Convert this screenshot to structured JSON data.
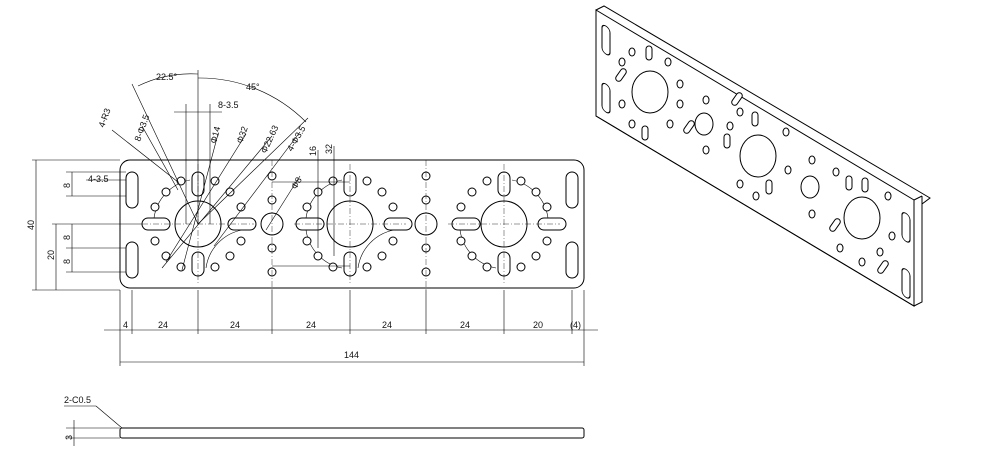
{
  "labels": {
    "angle_small": "22.5°",
    "angle_large": "45°",
    "slot_pair": "8-3.5",
    "callout_4r3": "4-R3",
    "callout_8phi35": "8-Φ3.5",
    "callout_phi14": "Φ14",
    "callout_phi32": "Φ32",
    "callout_phi2263": "Φ22.63",
    "callout_4phi35": "4-Φ3.5",
    "callout_phi8": "Φ8",
    "dim_16": "16",
    "dim_32": "32",
    "dim_left_slot": "4-3.5",
    "dim_8_top": "8",
    "dim_40": "40",
    "dim_20": "20",
    "dim_8_mid": "8",
    "dim_8_low": "8",
    "bottom_dims": [
      "4",
      "24",
      "24",
      "24",
      "24",
      "24",
      "20",
      "(4)"
    ],
    "dim_144": "144",
    "chamfer": "2-C0.5",
    "thickness": "3"
  }
}
